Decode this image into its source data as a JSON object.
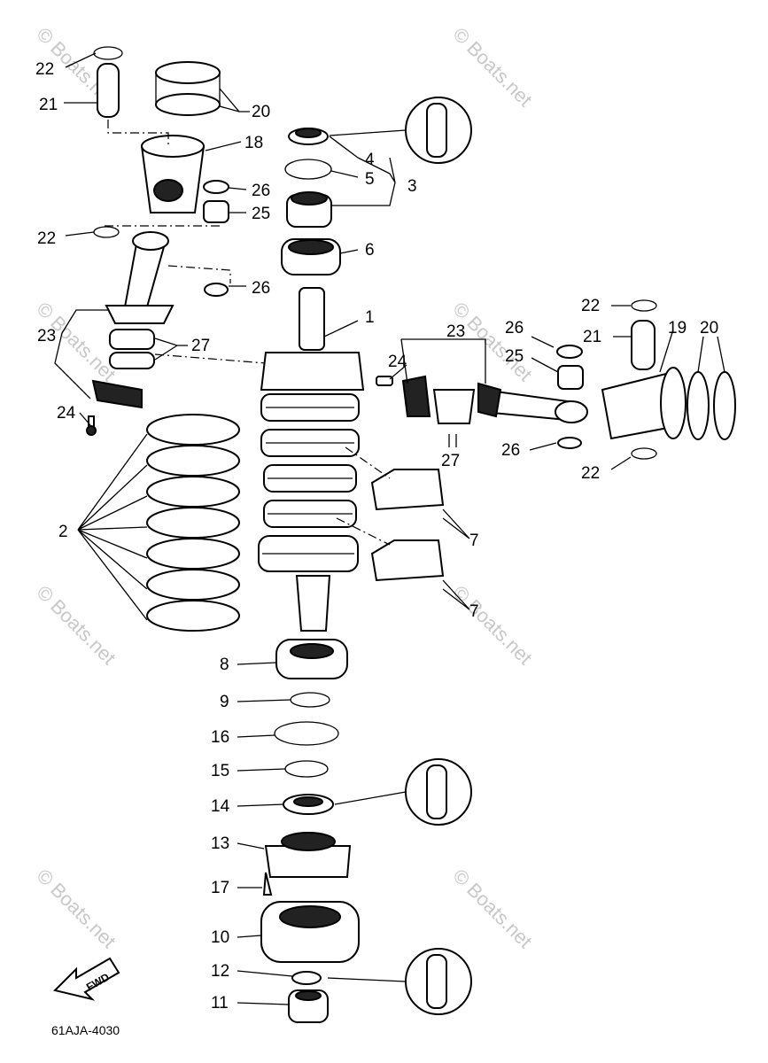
{
  "diagram": {
    "code": "61AJA-4030",
    "fwd_label": "FWD",
    "watermark": "© Boats.net",
    "callouts": [
      {
        "id": "c22a",
        "text": "22"
      },
      {
        "id": "c21a",
        "text": "21"
      },
      {
        "id": "c20a",
        "text": "20"
      },
      {
        "id": "c18",
        "text": "18"
      },
      {
        "id": "c26a",
        "text": "26"
      },
      {
        "id": "c25a",
        "text": "25"
      },
      {
        "id": "c22b",
        "text": "22"
      },
      {
        "id": "c26b",
        "text": "26"
      },
      {
        "id": "c23a",
        "text": "23"
      },
      {
        "id": "c27a",
        "text": "27"
      },
      {
        "id": "c24a",
        "text": "24"
      },
      {
        "id": "c4",
        "text": "4"
      },
      {
        "id": "c5",
        "text": "5"
      },
      {
        "id": "c3",
        "text": "3"
      },
      {
        "id": "c6",
        "text": "6"
      },
      {
        "id": "c1",
        "text": "1"
      },
      {
        "id": "c2",
        "text": "2"
      },
      {
        "id": "c7a",
        "text": "7"
      },
      {
        "id": "c7b",
        "text": "7"
      },
      {
        "id": "c22c",
        "text": "22"
      },
      {
        "id": "c26c",
        "text": "26"
      },
      {
        "id": "c23b",
        "text": "23"
      },
      {
        "id": "c21b",
        "text": "21"
      },
      {
        "id": "c19",
        "text": "19"
      },
      {
        "id": "c20b",
        "text": "20"
      },
      {
        "id": "c25b",
        "text": "25"
      },
      {
        "id": "c24b",
        "text": "24"
      },
      {
        "id": "c27b",
        "text": "27"
      },
      {
        "id": "c26d",
        "text": "26"
      },
      {
        "id": "c22d",
        "text": "22"
      },
      {
        "id": "c8",
        "text": "8"
      },
      {
        "id": "c9",
        "text": "9"
      },
      {
        "id": "c16",
        "text": "16"
      },
      {
        "id": "c15",
        "text": "15"
      },
      {
        "id": "c14",
        "text": "14"
      },
      {
        "id": "c13",
        "text": "13"
      },
      {
        "id": "c17",
        "text": "17"
      },
      {
        "id": "c10",
        "text": "10"
      },
      {
        "id": "c12",
        "text": "12"
      },
      {
        "id": "c11",
        "text": "11"
      }
    ]
  }
}
